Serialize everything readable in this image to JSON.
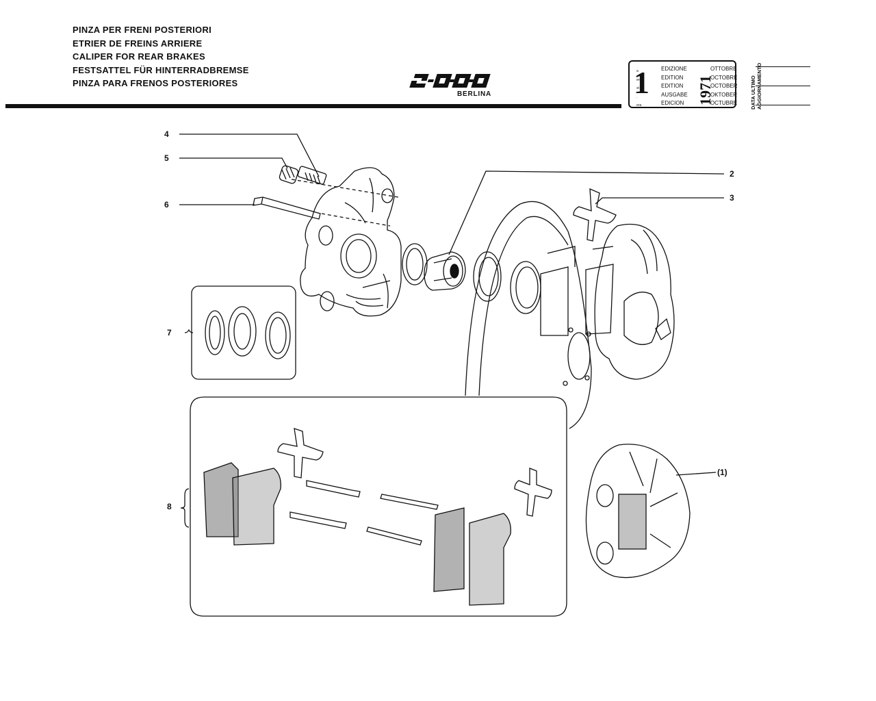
{
  "header": {
    "titles": [
      "PINZA PER FRENI POSTERIORI",
      "ETRIER DE FREINS ARRIERE",
      "CALIPER FOR REAR BRAKES",
      "FESTSATTEL FÜR HINTERRADBREMSE",
      "PINZA PARA FRENOS POSTERIORES"
    ],
    "logo_text": "2000",
    "model": "BERLINA"
  },
  "edition": {
    "number": "1",
    "ordinals": [
      "a",
      "ere",
      "st",
      ".",
      "era"
    ],
    "labels": [
      "EDIZIONE",
      "EDITION",
      "EDITION",
      "AUSGABE",
      "EDICION"
    ],
    "months": [
      "OTTOBRE",
      "OCTOBRE",
      "OCTOBER",
      "OKTOBER",
      "OCTUBRE"
    ],
    "year": "1971",
    "update_label_1": "DATA ULTIMO",
    "update_label_2": "AGGIORNAMENTO"
  },
  "callouts": [
    "4",
    "5",
    "6",
    "2",
    "3",
    "7",
    "8",
    "(1)"
  ],
  "icons": {
    "logo": "stylized-2000-logo",
    "parts": [
      "bleeder-screw",
      "dust-cap",
      "pad-retaining-pin",
      "piston-seal",
      "piston",
      "dust-boot",
      "pad-spring",
      "brake-disc",
      "caliper-half",
      "brake-pad",
      "assembled-caliper"
    ]
  }
}
